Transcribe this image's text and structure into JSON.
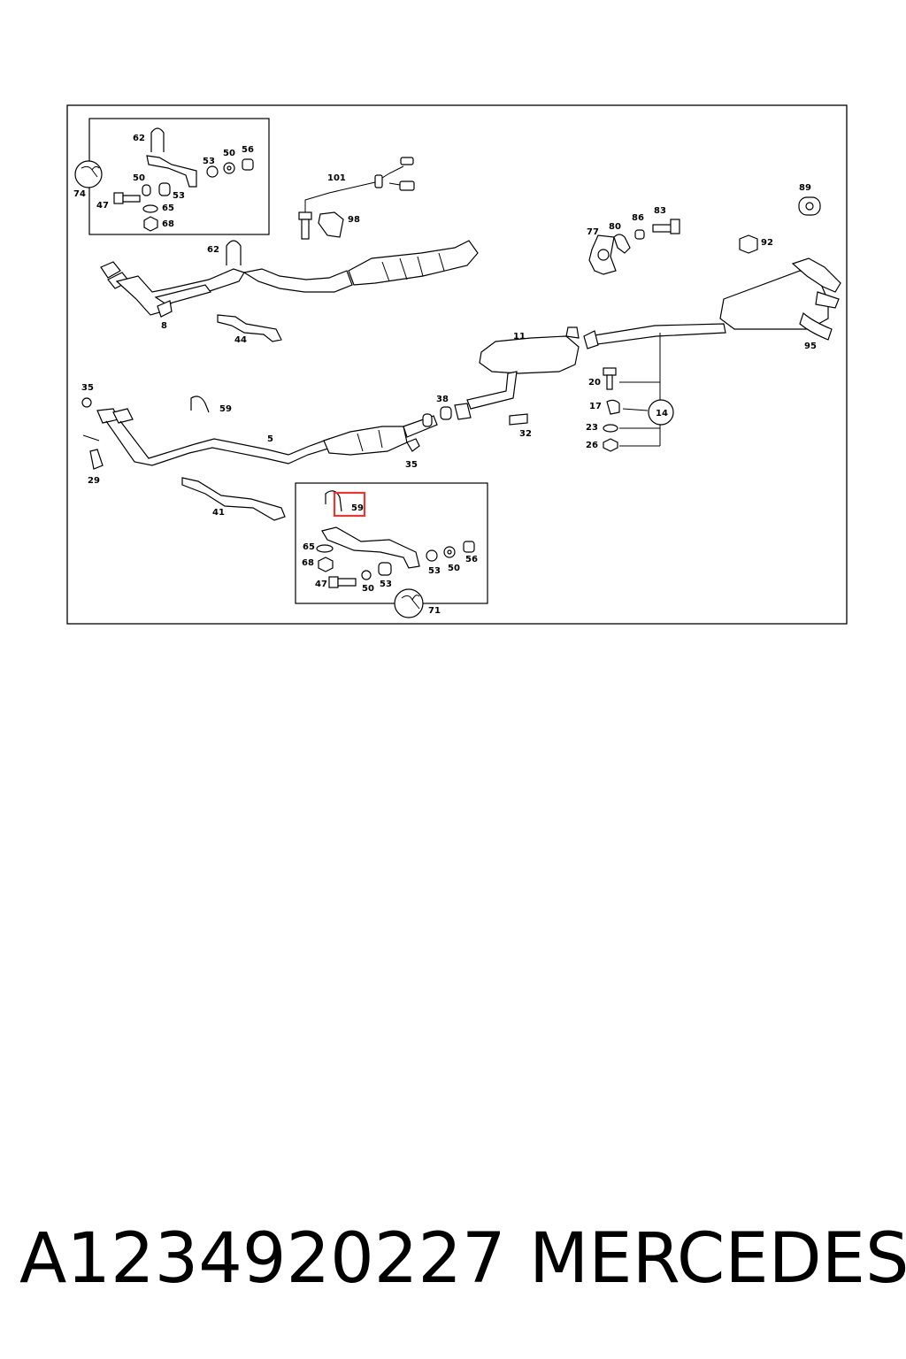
{
  "diagram": {
    "labels": {
      "l62a": "62",
      "l53a": "53",
      "l50a": "50",
      "l56a": "56",
      "l50b": "50",
      "l53b": "53",
      "l74": "74",
      "l47a": "47",
      "l65a": "65",
      "l68a": "68",
      "l101": "101",
      "l98": "98",
      "l62b": "62",
      "l8": "8",
      "l44": "44",
      "l89": "89",
      "l77": "77",
      "l80": "80",
      "l86": "86",
      "l83": "83",
      "l92": "92",
      "l11": "11",
      "l95": "95",
      "l35a": "35",
      "l59a": "59",
      "l5": "5",
      "l38": "38",
      "l32": "32",
      "l35b": "35",
      "l29": "29",
      "l41": "41",
      "l20": "20",
      "l17": "17",
      "l14": "14",
      "l23": "23",
      "l26": "26",
      "l59b": "59",
      "l65b": "65",
      "l68b": "68",
      "l47b": "47",
      "l50c": "50",
      "l53c": "53",
      "l53d": "53",
      "l50d": "50",
      "l56b": "56",
      "l71": "71"
    },
    "highlight_label": "59",
    "highlight_color": "#e53935"
  },
  "footer": {
    "part_number": "A1234920227",
    "brand": "MERCEDES"
  }
}
